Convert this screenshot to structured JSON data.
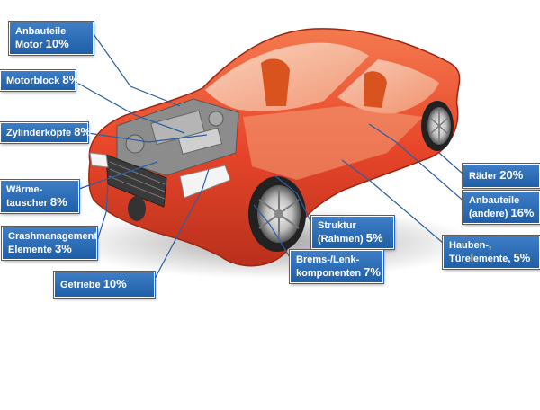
{
  "colors": {
    "callout_fill": "#2b67b0",
    "leader_line": "#2a5fa3",
    "car_body": "#e8462a",
    "car_glow": "#f6b78f"
  },
  "callouts": [
    {
      "id": "anbauteile-motor",
      "line1": "Anbauteile",
      "line2": "Motor",
      "percent": "10%"
    },
    {
      "id": "motorblock",
      "line1": "",
      "line2": "Motorblock",
      "percent": "8%"
    },
    {
      "id": "zylinderkoepfe",
      "line1": "",
      "line2": "Zylinderköpfe",
      "percent": "8%"
    },
    {
      "id": "waermetauscher",
      "line1": "Wärme-",
      "line2": "tauscher",
      "percent": "8%"
    },
    {
      "id": "crashmanagement",
      "line1": "Crashmanagement",
      "line2": "Elemente",
      "percent": "3%"
    },
    {
      "id": "getriebe",
      "line1": "",
      "line2": "Getriebe",
      "percent": "10%"
    },
    {
      "id": "struktur",
      "line1": "Struktur",
      "line2": "(Rahmen)",
      "percent": "5%"
    },
    {
      "id": "brems-lenk",
      "line1": "Brems-/Lenk-",
      "line2": "komponenten",
      "percent": "7%"
    },
    {
      "id": "raeder",
      "line1": "",
      "line2": "Räder",
      "percent": "20%"
    },
    {
      "id": "anbauteile-andere",
      "line1": "Anbauteile",
      "line2": "(andere)",
      "percent": "16%"
    },
    {
      "id": "hauben-tuerelemente",
      "line1": "Hauben-,",
      "line2": "Türelemente,",
      "percent": "5%"
    }
  ]
}
